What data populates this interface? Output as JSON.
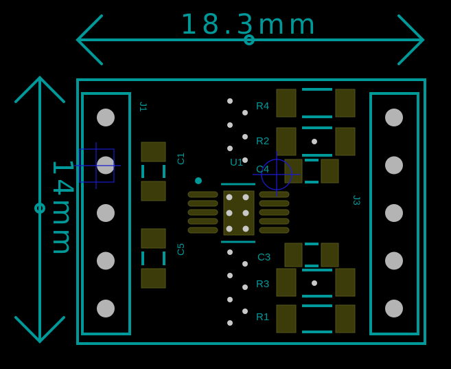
{
  "colors": {
    "background": "#000000",
    "silkscreen": "#009999",
    "pad": "#3c3c0a",
    "pad_stroke": "#55551a",
    "through_hole": "#b4b4b4",
    "via": "#c8c8c8",
    "crosshair": "#1a1acc"
  },
  "dimensions": {
    "width_label": "18.3mm",
    "height_label": "14mm"
  },
  "components": {
    "J1": "J1",
    "J3": "J3",
    "C1": "C1",
    "C5": "C5",
    "U1": "U1",
    "C4": "C4",
    "C3": "C3",
    "R4": "R4",
    "R2": "R2",
    "R3": "R3",
    "R1": "R1"
  },
  "connectors": {
    "J1_pin_count": 5,
    "J3_pin_count": 5
  }
}
